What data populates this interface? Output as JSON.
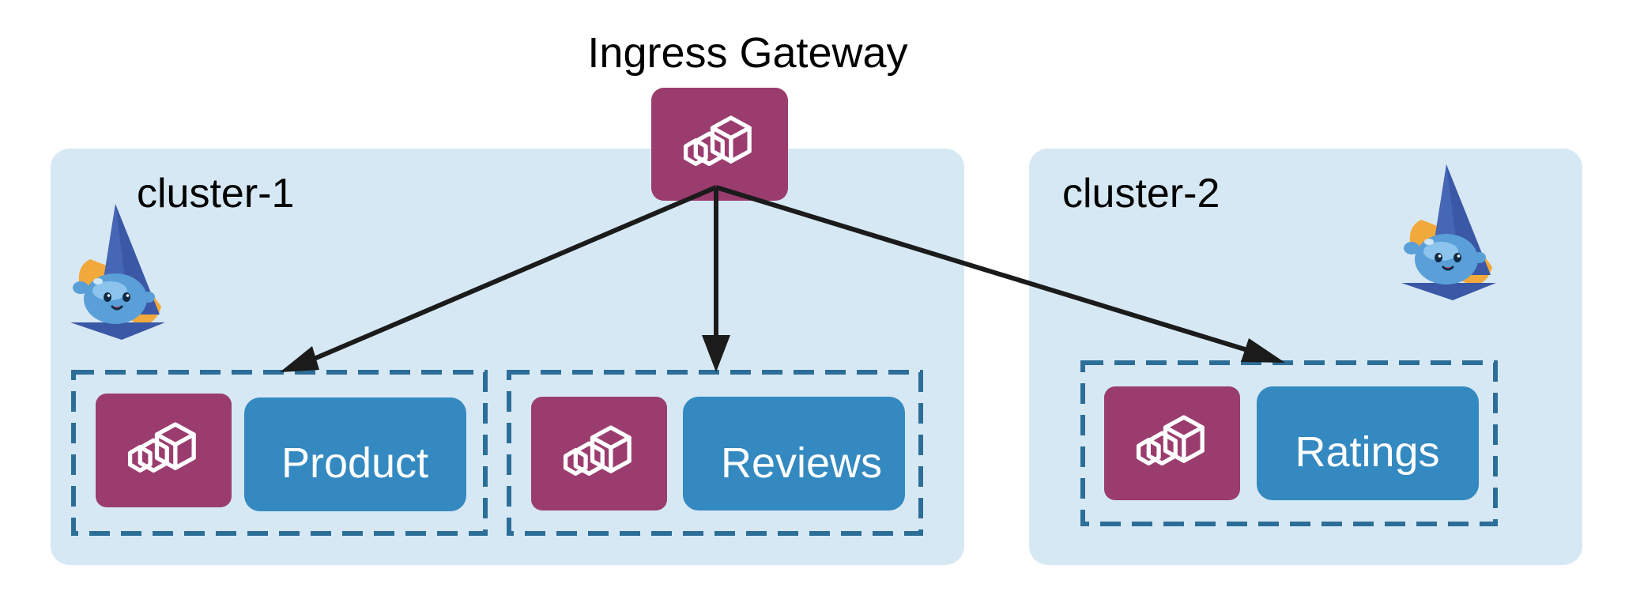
{
  "gateway": {
    "label": "Ingress Gateway",
    "icon": "envoy-proxy-icon"
  },
  "clusters": [
    {
      "label": "cluster-1",
      "icon": "istio-mascot-icon",
      "services": [
        {
          "label": "Product",
          "sidecar_icon": "envoy-proxy-icon"
        },
        {
          "label": "Reviews",
          "sidecar_icon": "envoy-proxy-icon"
        }
      ]
    },
    {
      "label": "cluster-2",
      "icon": "istio-mascot-icon",
      "services": [
        {
          "label": "Ratings",
          "sidecar_icon": "envoy-proxy-icon"
        }
      ]
    }
  ],
  "edges": [
    {
      "from": "Ingress Gateway",
      "to": "Product"
    },
    {
      "from": "Ingress Gateway",
      "to": "Reviews"
    },
    {
      "from": "Ingress Gateway",
      "to": "Ratings"
    }
  ],
  "colors": {
    "cluster_bg": "#d6e8f4",
    "proxy_bg": "#9a3d6e",
    "service_bg": "#3489c0",
    "pod_border": "#2c6e97",
    "arrow": "#1b1b1b",
    "mascot_blue": "#5a9fd8",
    "mascot_sail": "#3a58a6",
    "mascot_orange": "#f2a93b"
  }
}
